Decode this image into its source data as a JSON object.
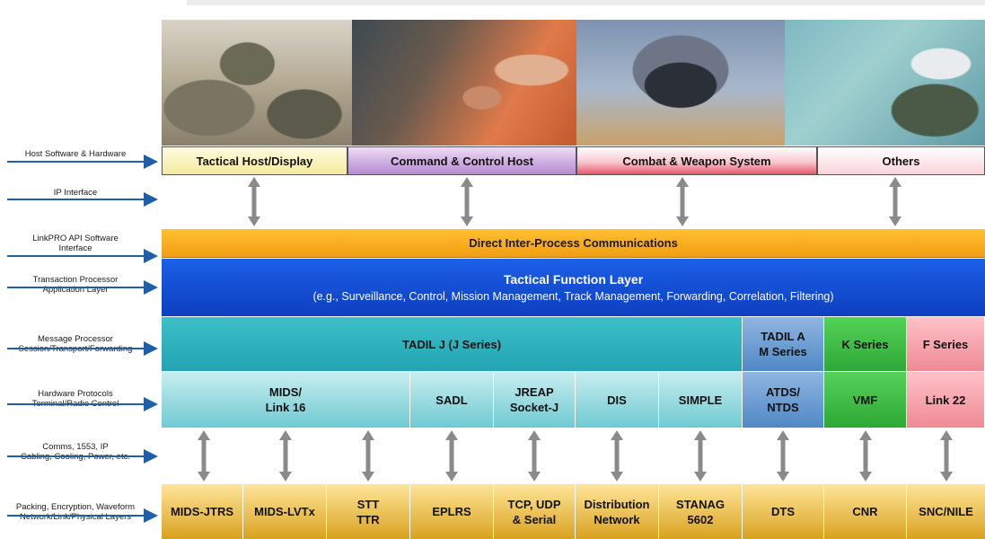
{
  "left_labels": [
    {
      "id": "host",
      "lines": [
        "Host Software & Hardware"
      ]
    },
    {
      "id": "ip",
      "lines": [
        "IP Interface"
      ]
    },
    {
      "id": "api",
      "lines": [
        "LinkPRO API Software",
        "Interface"
      ]
    },
    {
      "id": "tp",
      "lines": [
        "Transaction Processor",
        "Application Layer"
      ]
    },
    {
      "id": "mp",
      "lines": [
        "Message Processor",
        "Session/Transport/Forwarding"
      ]
    },
    {
      "id": "hw",
      "lines": [
        "Hardware Protocols",
        "Terminal/Radio Control"
      ]
    },
    {
      "id": "comms",
      "lines": [
        "Comms, 1553, IP",
        "Cabling, Cooling, Power, etc."
      ]
    },
    {
      "id": "pack",
      "lines": [
        "Packing, Encryption, Waveform",
        "Network/Link/Physical Layers"
      ]
    }
  ],
  "host_boxes": [
    "Tactical Host/Display",
    "Command & Control Host",
    "Combat & Weapon System",
    "Others"
  ],
  "dipc": "Direct Inter-Process Communications",
  "tfl": {
    "title": "Tactical Function Layer",
    "subtitle": "(e.g., Surveillance, Control, Mission Management, Track Management, Forwarding, Correlation, Filtering)"
  },
  "message_row": [
    {
      "lines": [
        "TADIL J  (J Series)"
      ]
    },
    {
      "lines": [
        "TADIL A",
        "M Series"
      ]
    },
    {
      "lines": [
        "K Series"
      ]
    },
    {
      "lines": [
        "F Series"
      ]
    }
  ],
  "protocol_row": [
    {
      "lines": [
        "MIDS/",
        "Link 16"
      ]
    },
    {
      "lines": [
        "SADL"
      ]
    },
    {
      "lines": [
        "JREAP",
        "Socket-J"
      ]
    },
    {
      "lines": [
        "DIS"
      ]
    },
    {
      "lines": [
        "SIMPLE"
      ]
    },
    {
      "lines": [
        "ATDS/",
        "NTDS"
      ]
    },
    {
      "lines": [
        "VMF"
      ]
    },
    {
      "lines": [
        "Link 22"
      ]
    }
  ],
  "bottom_row": [
    {
      "lines": [
        "MIDS-JTRS"
      ]
    },
    {
      "lines": [
        "MIDS-LVTx"
      ]
    },
    {
      "lines": [
        "STT",
        "TTR"
      ]
    },
    {
      "lines": [
        "EPLRS"
      ]
    },
    {
      "lines": [
        "TCP, UDP",
        "& Serial"
      ]
    },
    {
      "lines": [
        "Distribution",
        "Network"
      ]
    },
    {
      "lines": [
        "STANAG",
        "5602"
      ]
    },
    {
      "lines": [
        "DTS"
      ]
    },
    {
      "lines": [
        "CNR"
      ]
    },
    {
      "lines": [
        "SNC/NILE"
      ]
    }
  ],
  "colors": {
    "arrow_blue": "#1f5fa8",
    "connector_gray": "#8a8a8a"
  }
}
